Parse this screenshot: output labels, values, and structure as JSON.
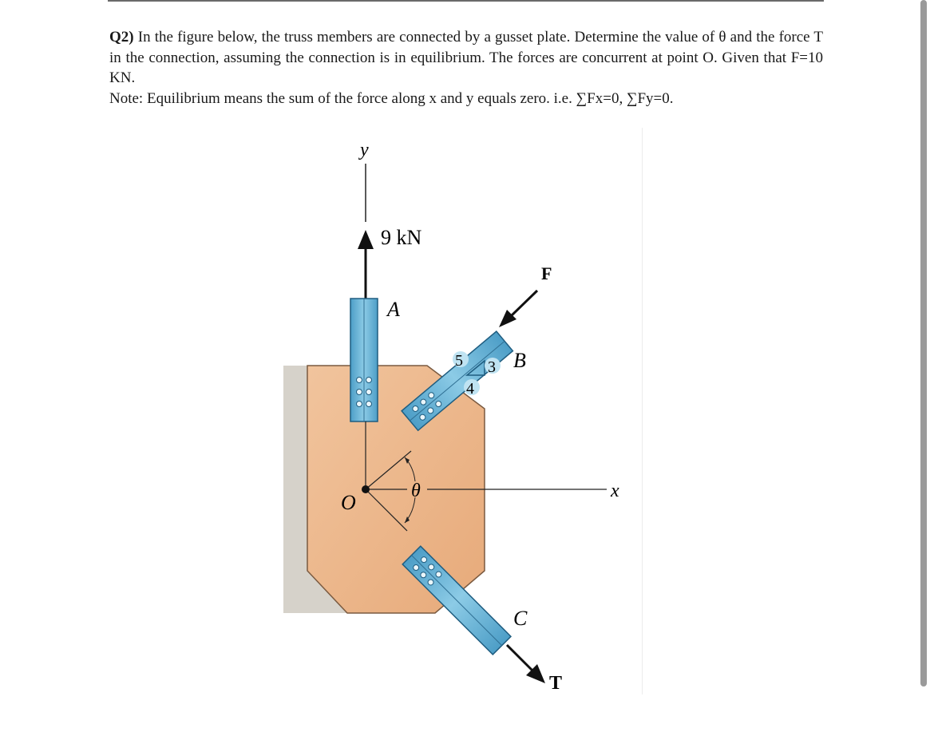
{
  "question": {
    "label": "Q2)",
    "text": "In the figure below, the truss members are connected by a gusset plate. Determine the value of θ and the force T in the connection, assuming the connection is in equilibrium. The forces are concurrent at point O. Given that F=10 KN.",
    "note": "Note: Equilibrium means the sum of the force along x and y equals zero. i.e. ∑Fx=0, ∑Fy=0."
  },
  "figure": {
    "axis_y": "y",
    "axis_x": "x",
    "origin": "O",
    "force_a": "9 kN",
    "point_a": "A",
    "force_f": "F",
    "point_b": "B",
    "slope_5": "5",
    "slope_3": "3",
    "slope_4": "4",
    "angle": "θ",
    "point_c": "C",
    "force_t": "T",
    "colors": {
      "plate": "#eeb98e",
      "plate_shadow": "#d3d0c9",
      "member": "#6ab4d6",
      "member_dark": "#2f7ea8"
    }
  }
}
